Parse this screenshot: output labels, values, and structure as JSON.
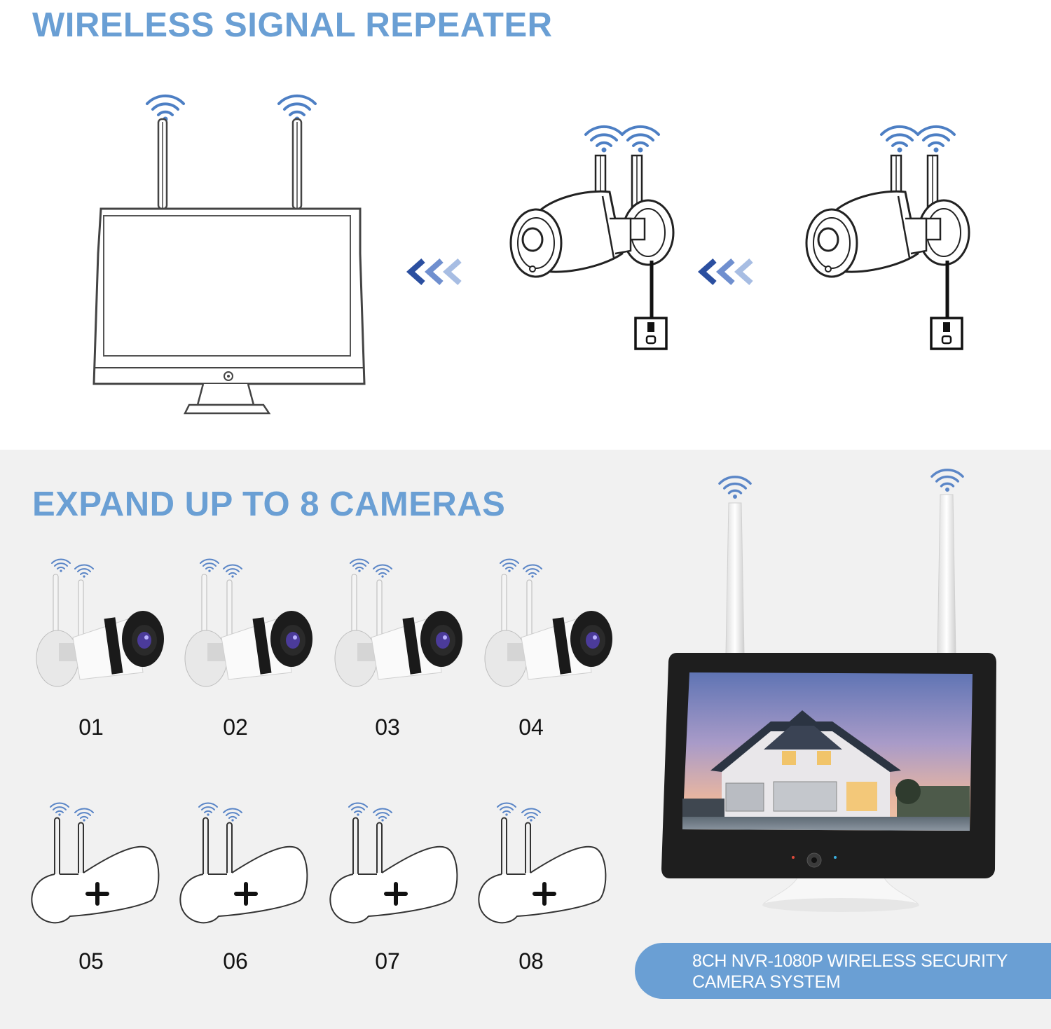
{
  "top": {
    "title": "WIRELESS SIGNAL REPEATER"
  },
  "bottom": {
    "title": "EXPAND UP TO 8 CAMERAS",
    "cameras": [
      {
        "label": "01",
        "status": "installed"
      },
      {
        "label": "02",
        "status": "installed"
      },
      {
        "label": "03",
        "status": "installed"
      },
      {
        "label": "04",
        "status": "installed"
      },
      {
        "label": "05",
        "status": "expandable"
      },
      {
        "label": "06",
        "status": "expandable"
      },
      {
        "label": "07",
        "status": "expandable"
      },
      {
        "label": "08",
        "status": "expandable"
      }
    ],
    "banner": {
      "line1": "8CH NVR-1080P WIRELESS SECURITY",
      "line2": "CAMERA SYSTEM"
    }
  },
  "colors": {
    "accent": "#6a9fd4",
    "arrow_dark": "#2b4fa0",
    "arrow_light": "#9bb6e0",
    "bottom_bg": "#f1f1f1"
  }
}
